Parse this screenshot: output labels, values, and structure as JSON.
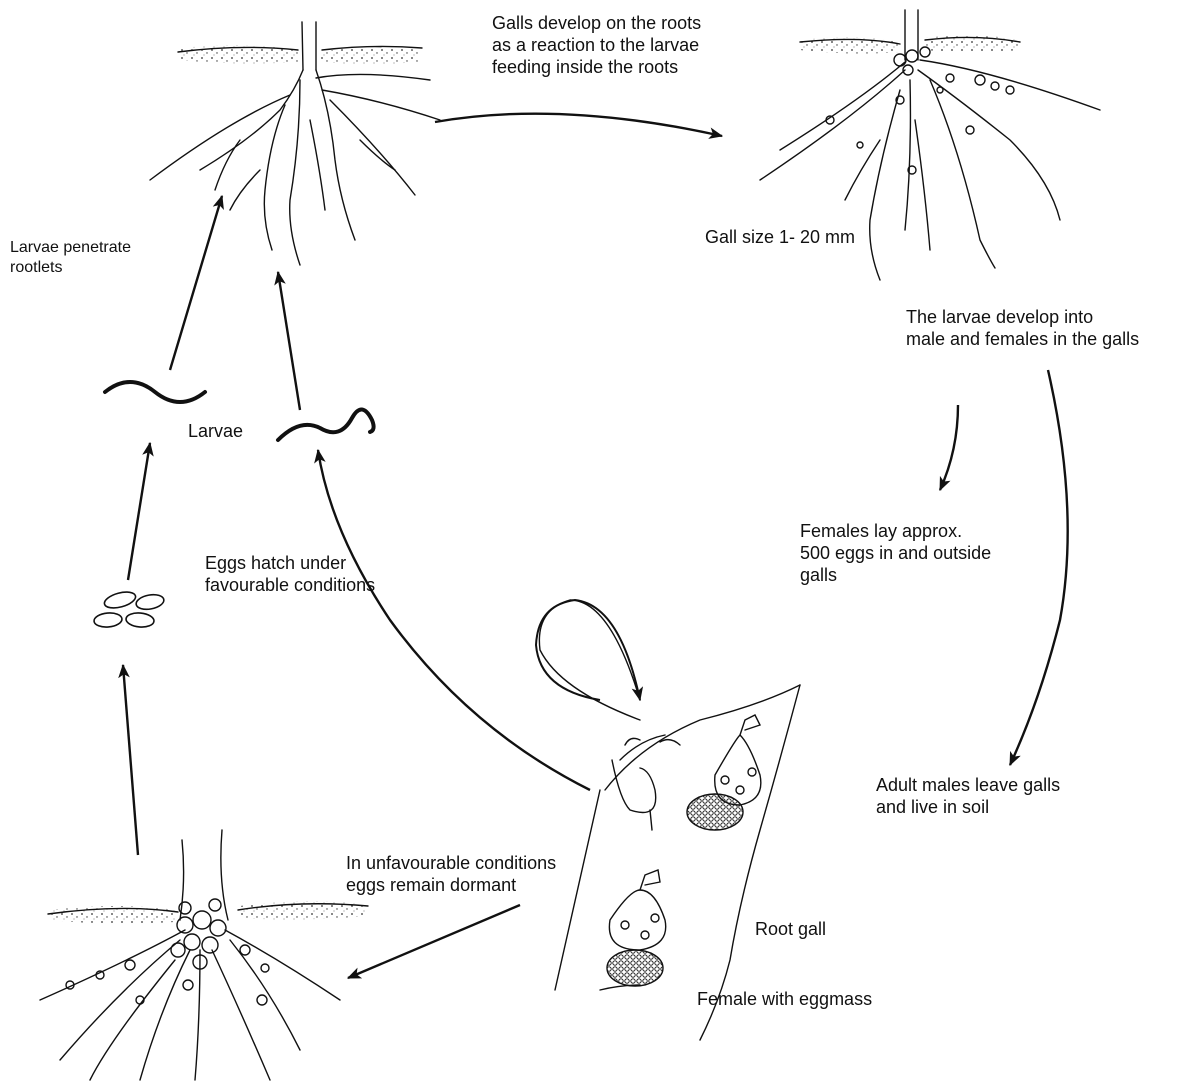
{
  "labels": {
    "galls_develop": [
      "Galls develop on the roots",
      "as a reaction to the larvae",
      "feeding inside the roots"
    ],
    "gall_size": "Gall size 1- 20 mm",
    "larvae_penetrate": [
      "Larvae penetrate",
      "rootlets"
    ],
    "larvae_develop": [
      "The larvae develop into",
      "male and females in the galls"
    ],
    "larvae": "Larvae",
    "females_lay": [
      "Females lay approx.",
      "500 eggs in and outside",
      "galls"
    ],
    "eggs_hatch": [
      "Eggs hatch under",
      "favourable conditions"
    ],
    "adult_males": [
      "Adult males leave galls",
      "and live in soil"
    ],
    "unfavourable": [
      "In unfavourable conditions",
      "eggs remain dormant"
    ],
    "root_gall": "Root gall",
    "female_eggmass": "Female with eggmass"
  }
}
